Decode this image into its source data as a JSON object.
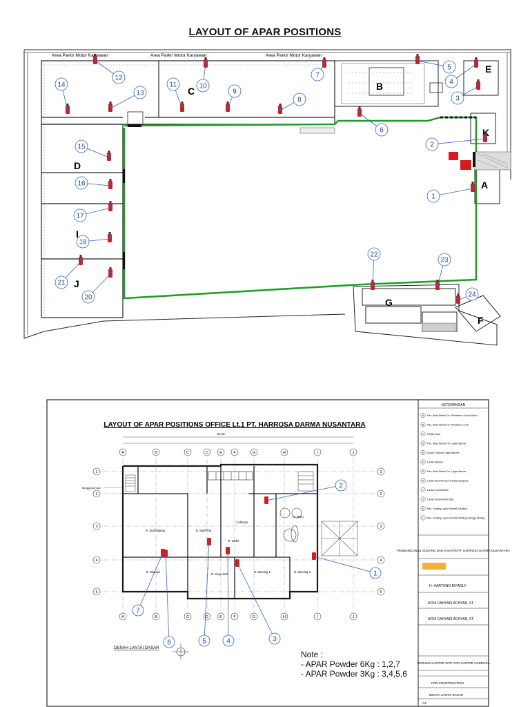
{
  "title": "LAYOUT OF APAR POSITIONS",
  "site_plan": {
    "parking_labels": [
      "Area Parkir Motor Karyawan",
      "Area Parkir Motor Karyawan",
      "Area Parkir Motor Karyawan"
    ],
    "zones": [
      "A",
      "B",
      "C",
      "D",
      "E",
      "F",
      "G",
      "I",
      "J",
      "K"
    ],
    "apar_numbers": [
      "1",
      "2",
      "3",
      "4",
      "5",
      "6",
      "7",
      "8",
      "9",
      "10",
      "11",
      "12",
      "13",
      "14",
      "15",
      "16",
      "17",
      "18",
      "20",
      "21",
      "22",
      "23",
      "24"
    ]
  },
  "office_plan": {
    "title": "LAYOUT OF APAR POSITIONS OFFICE Lt.1 PT. HARROSA DARMA NUSANTARA",
    "overall_dimension": "30.00",
    "grid_columns": [
      "A",
      "B",
      "C",
      "D",
      "E",
      "F",
      "G",
      "H",
      "I",
      "J"
    ],
    "grid_rows": [
      "1",
      "2",
      "3",
      "4",
      "5"
    ],
    "rooms": [
      "R. Staff Wanita",
      "R. Staff Pria",
      "Cafetaria",
      "R. Tamu",
      "R. Meeting 1",
      "R. Meeting 2",
      "R. Kerja Staf",
      "R. Manajer",
      "R. Wakil"
    ],
    "apar_numbers": [
      "1",
      "2",
      "3",
      "4",
      "5",
      "6",
      "7"
    ],
    "plan_caption": "DENAH LANTAI DASAR",
    "side_label": "Tangga Darurat"
  },
  "note": {
    "heading": "Note :",
    "lines": [
      "- APAR Powder 6Kg : 1,2,7",
      "- APAR Powder 3Kg : 3,4,5,6"
    ]
  },
  "title_block": {
    "heading": "KETERANGAN",
    "legend": [
      "Pas. Bata Merah Fin. Plesteran + Acian Halus",
      "Pas. Bata Merah Fin. Plesteran 1:120",
      "Partisi Kaca",
      "Pas. Bata Merah Fin. Lapis Marmer",
      "Kolom Struktur Lapis Marmer",
      "Lantai Marmer",
      "Pas. Bata Merah Fin. Lapis Marmer",
      "Lantai Keramik type Polata Indogress",
      "Lantai Granit 60/60",
      "Lantai Keramik Anti Slip",
      "Pas. Dinding Lapis Keramik Dinding",
      "Pas. Dinding Lapis Keramik Dinding setinggi dinding"
    ],
    "project": "PEMBANGUNAN GUDANG DAN KANTOR PT. HARROSA DARMA NUSANTARA",
    "owner": "H. HARTONO M FADLY",
    "engineer": "NOVI CAHYADI ACHYAR, ST",
    "drafter": "NOVI CAHYADI ACHYAR, ST",
    "drawing_title": "GEDUNG KANTOR SITE CGP KANTOR HARROSA",
    "status": "FOR CONSTRUCTION",
    "sheet_name": "DENAH LANTAI DASAR",
    "paper": "A3"
  },
  "colors": {
    "wall": "#1a1a1a",
    "green_route": "#1f9d2d",
    "apar_red": "#d41c1c",
    "callout_blue": "#2f62c7",
    "grid": "#888888"
  }
}
